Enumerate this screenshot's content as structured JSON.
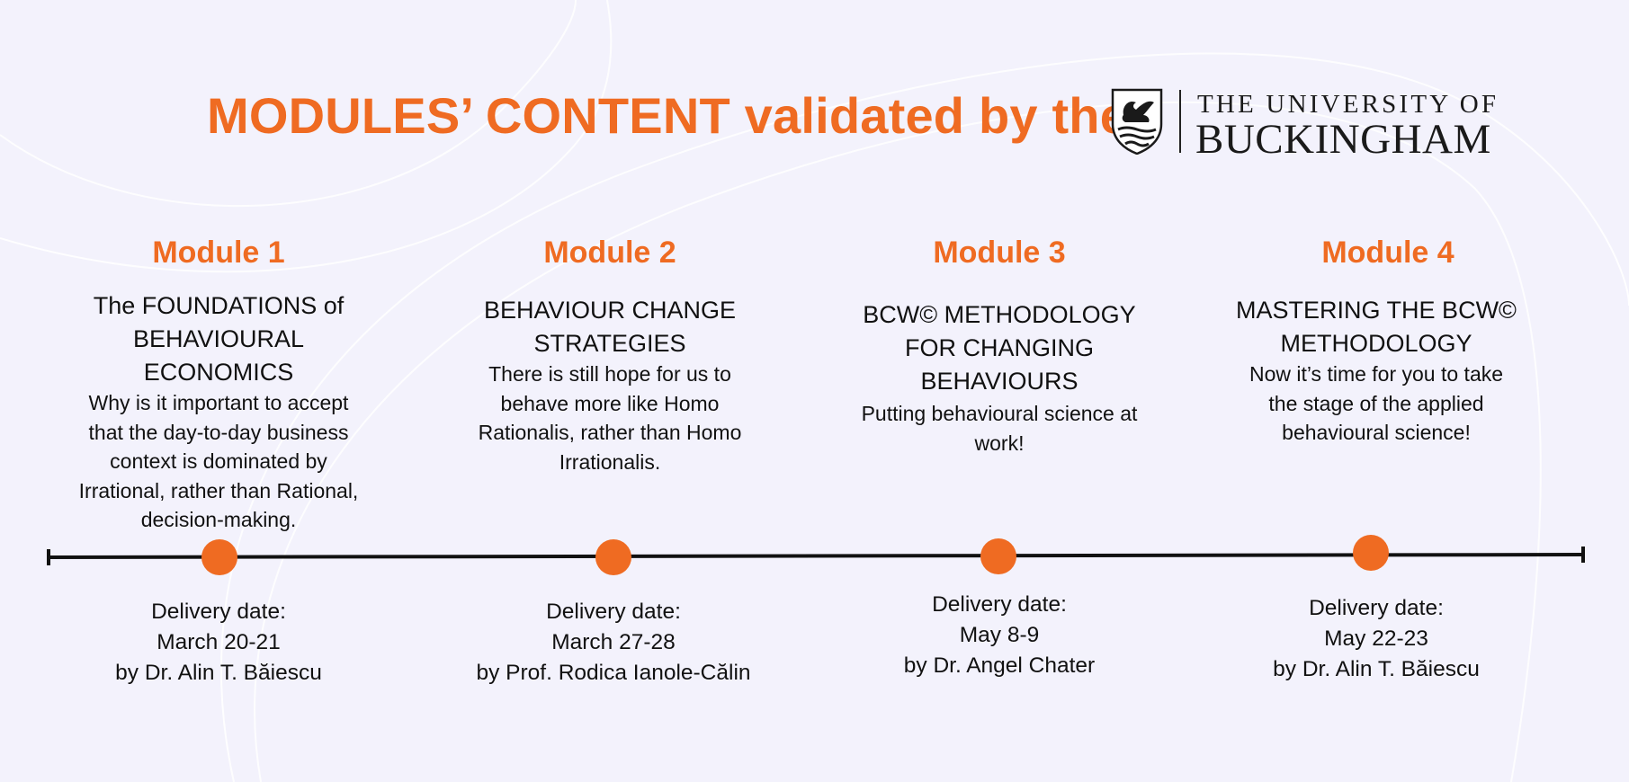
{
  "title": "MODULES’ CONTENT validated by the",
  "logo": {
    "line1": "THE UNIVERSITY OF",
    "line2": "BUCKINGHAM"
  },
  "colors": {
    "accent": "#ef6b22",
    "background": "#f3f2fc",
    "text": "#111111"
  },
  "modules": [
    {
      "label": "Module 1",
      "title": [
        "The FOUNDATIONS of",
        "BEHAVIOURAL",
        "ECONOMICS"
      ],
      "description": [
        "Why is it important to accept",
        "that the day-to-day business",
        "context is dominated by",
        "Irrational, rather than Rational,",
        "decision-making."
      ],
      "delivery_label": "Delivery date:",
      "delivery_date": "March 20-21",
      "delivery_by": "by Dr. Alin T. Băiescu"
    },
    {
      "label": "Module 2",
      "title": [
        "BEHAVIOUR CHANGE",
        "STRATEGIES"
      ],
      "description": [
        "There is still hope for us to",
        "behave more like Homo",
        "Rationalis, rather than Homo",
        "Irrationalis."
      ],
      "delivery_label": "Delivery date:",
      "delivery_date": "March 27-28",
      "delivery_by": "by Prof. Rodica Ianole-Călin"
    },
    {
      "label": "Module 3",
      "title": [
        "BCW© METHODOLOGY",
        "FOR CHANGING",
        "BEHAVIOURS"
      ],
      "description": [
        "Putting behavioural science at",
        "work!"
      ],
      "delivery_label": "Delivery date:",
      "delivery_date": "May 8-9",
      "delivery_by": "by Dr. Angel Chater"
    },
    {
      "label": "Module 4",
      "title": [
        "MASTERING THE BCW©",
        "METHODOLOGY"
      ],
      "description": [
        "Now it’s time for you to take",
        "the stage of the applied",
        "behavioural science!"
      ],
      "delivery_label": "Delivery date:",
      "delivery_date": "May 22-23",
      "delivery_by": "by Dr. Alin T. Băiescu"
    }
  ]
}
